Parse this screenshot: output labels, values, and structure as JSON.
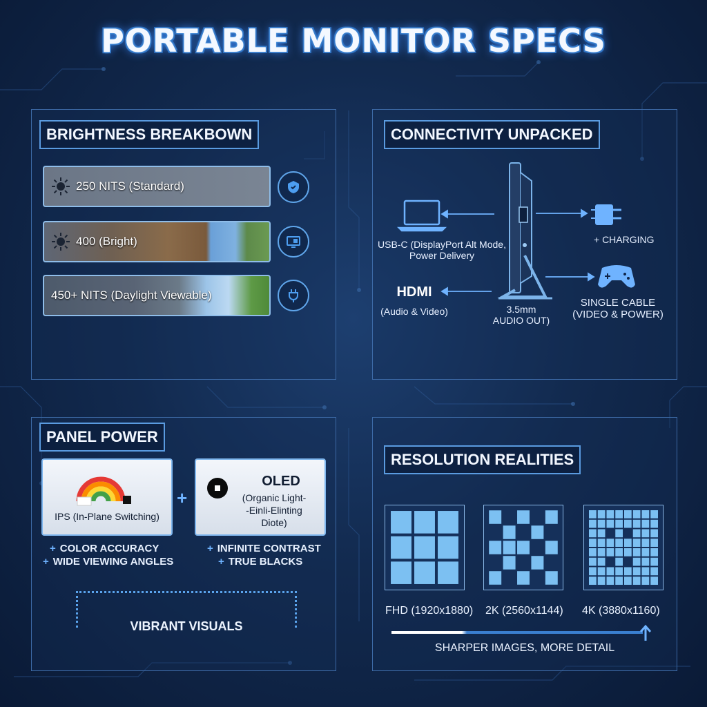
{
  "title": "PORTABLE MONITOR SPECS",
  "brightness": {
    "heading": "BRIGHTNESS BREAKBOWN",
    "levels": [
      {
        "label": "250 NITS (Standard)",
        "icon": "sun-icon",
        "badge_icon": "shield-icon"
      },
      {
        "label": "400  (Bright)",
        "icon": "sun-icon",
        "badge_icon": "display-icon"
      },
      {
        "label": "450+ NITS (Daylight Viewable)",
        "icon": "none",
        "badge_icon": "plug-icon"
      }
    ]
  },
  "connectivity": {
    "heading": "CONNECTIVITY UNPACKED",
    "usbc_line1": "USB-C (DisplayPort Alt Mode,",
    "usbc_line2": "Power Delivery",
    "hdmi_title": "HDMI",
    "hdmi_sub": "(Audio & Video)",
    "audio_line1": "3.5mm",
    "audio_line2": "AUDIO OUT)",
    "charging": "+ CHARGING",
    "single_cable_line1": "SINGLE CABLE",
    "single_cable_line2": "(VIDEO & POWER)"
  },
  "panel_power": {
    "heading": "PANEL POWER",
    "ips_label": "IPS (In-Plane Switching)",
    "plus_sign": "+",
    "oled_title": "OLED",
    "oled_line1": "(Organic Light-",
    "oled_line2": "-Einli-Elinting",
    "oled_line3": "Diote)",
    "ips_features": [
      "COLOR ACCURACY",
      "WIDE VIEWING ANGLES"
    ],
    "oled_features": [
      "INFINITE CONTRAST",
      "TRUE BLACKS"
    ],
    "feature_plus": "+",
    "summary": "VIBRANT VISUALS"
  },
  "resolution": {
    "heading": "RESOLUTION REALITIES",
    "tiers": [
      {
        "label": "FHD (1920x1880)"
      },
      {
        "label": "2K (2560x1144)"
      },
      {
        "label": "4K (3880x1160)"
      }
    ],
    "caption": "SHARPER IMAGES, MORE DETAIL"
  },
  "colors": {
    "accent": "#5a9be0",
    "background": "#122a4f",
    "pixel": "#7cc0f2"
  }
}
